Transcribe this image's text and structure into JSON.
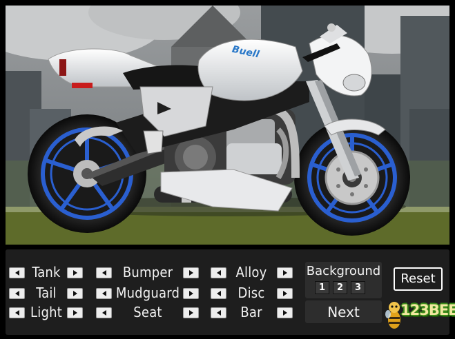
{
  "bike": {
    "brand": "Buell"
  },
  "controls": {
    "parts": [
      {
        "label": "Tank",
        "id": "tank"
      },
      {
        "label": "Tail",
        "id": "tail"
      },
      {
        "label": "Light",
        "id": "light"
      },
      {
        "label": "Bumper",
        "id": "bumper"
      },
      {
        "label": "Mudguard",
        "id": "mudguard"
      },
      {
        "label": "Seat",
        "id": "seat"
      },
      {
        "label": "Alloy",
        "id": "alloy"
      },
      {
        "label": "Disc",
        "id": "disc"
      },
      {
        "label": "Bar",
        "id": "bar"
      }
    ],
    "background": {
      "title": "Background",
      "options": [
        "1",
        "2",
        "3"
      ]
    },
    "next_label": "Next",
    "reset_label": "Reset"
  },
  "logo": {
    "text": "123BEE"
  },
  "colors": {
    "panel": "#1e1e1e",
    "rim": "#2a5fd0",
    "body": "#e9eaec",
    "grass": "#5e6b2a"
  }
}
